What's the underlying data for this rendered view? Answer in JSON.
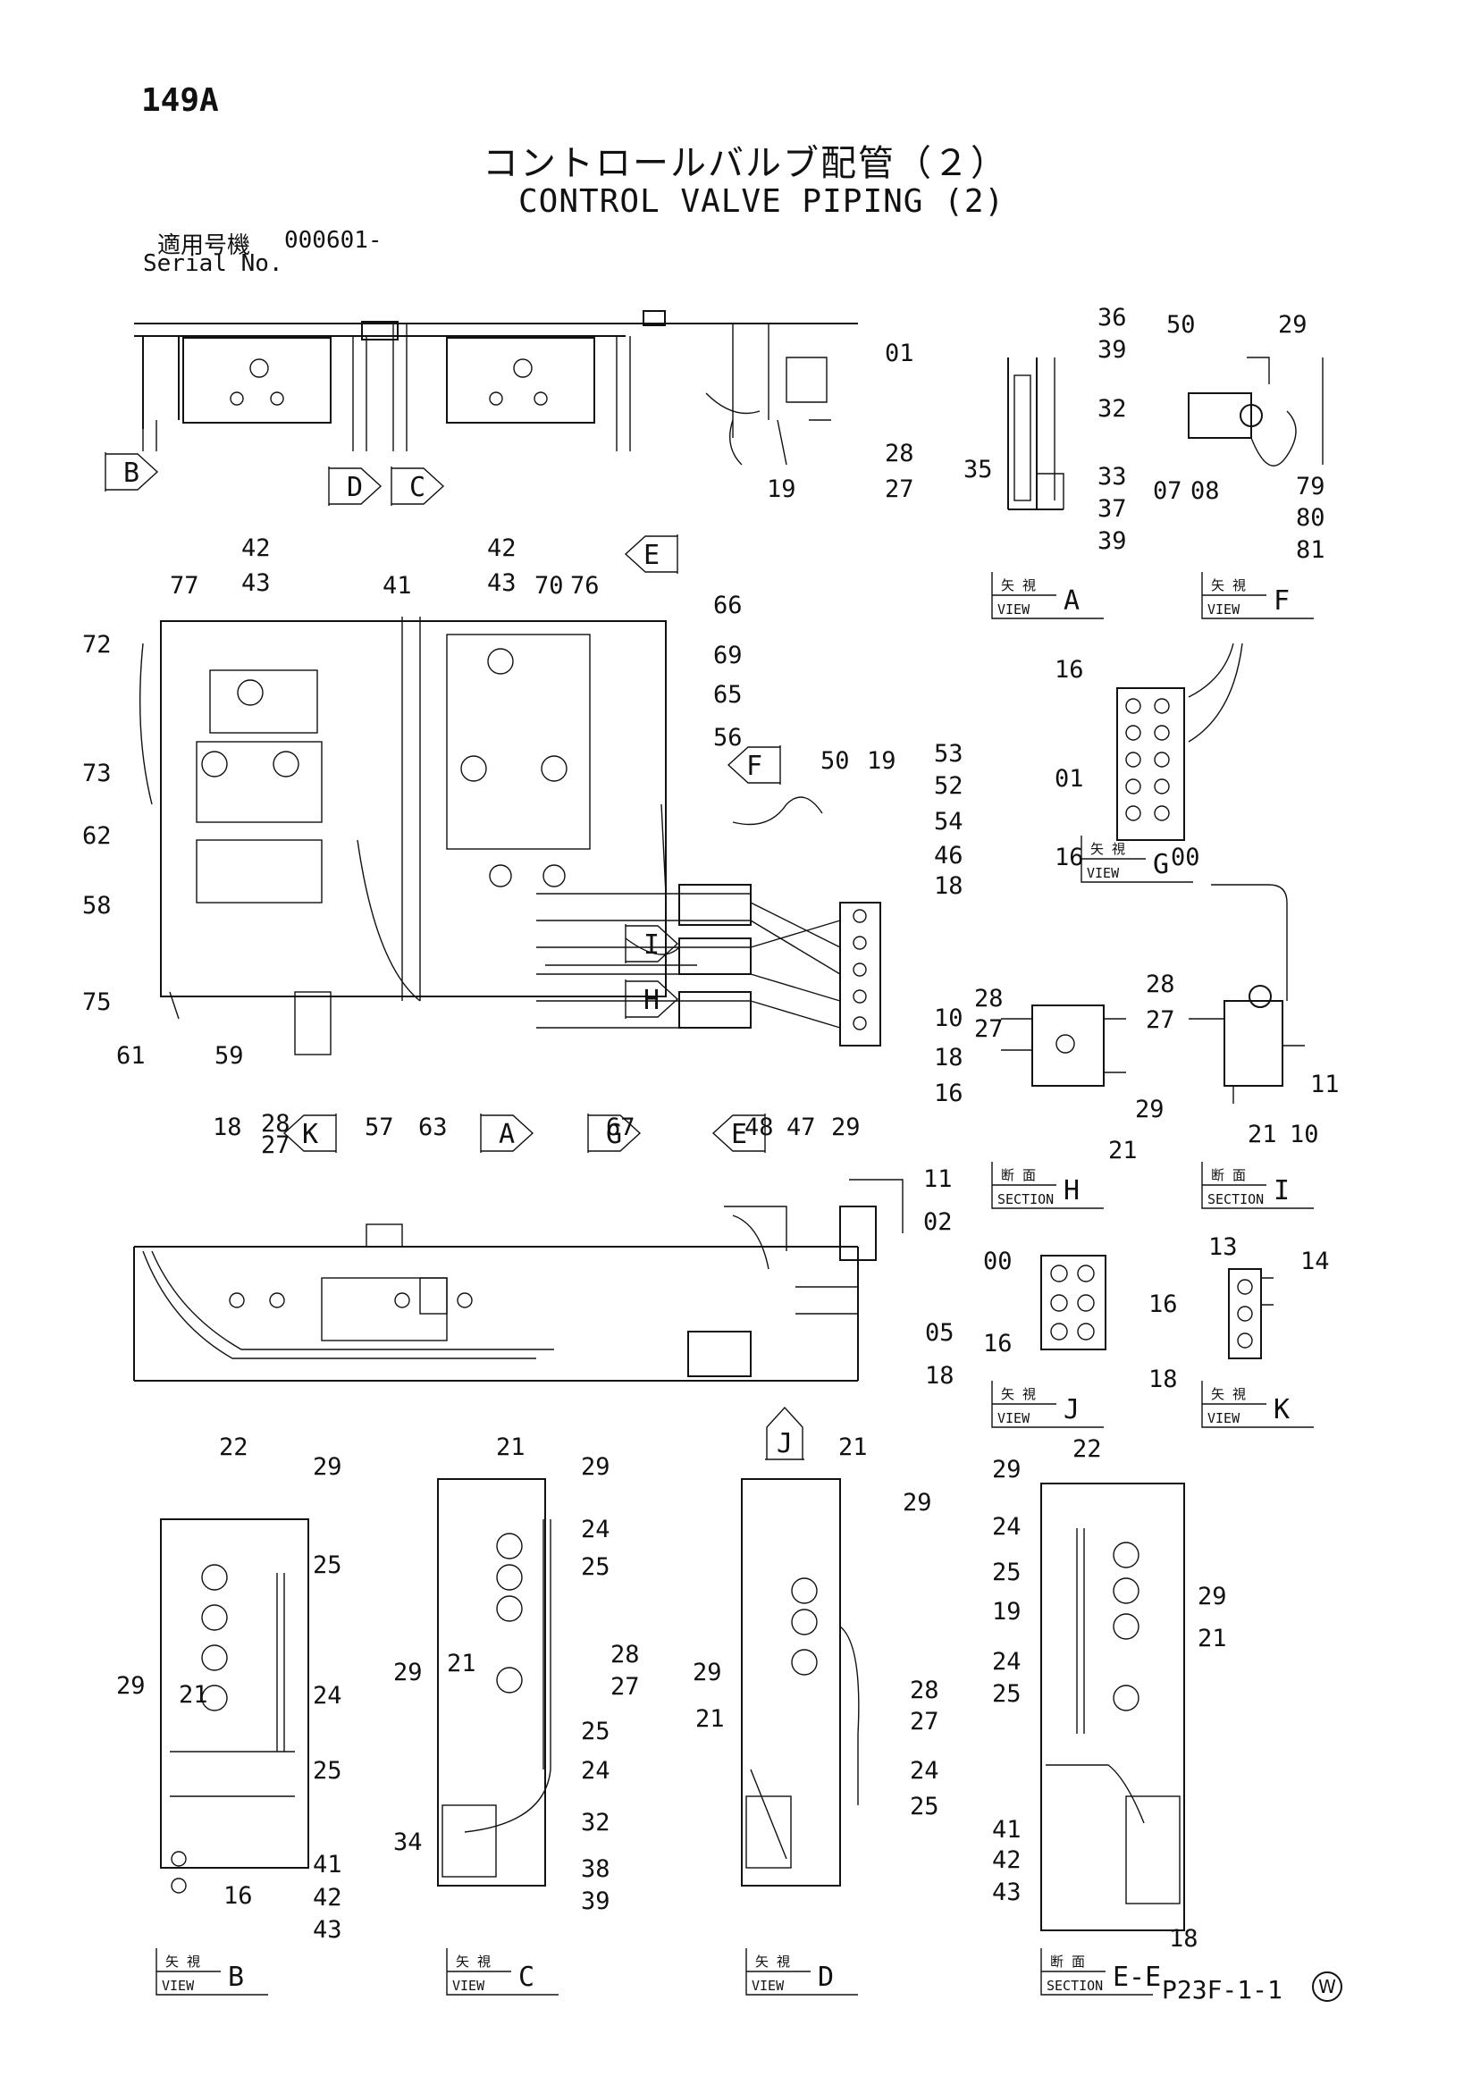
{
  "header": {
    "page_number": "149A",
    "title_ja": "コントロールバルブ配管（２）",
    "title_en": "CONTROL VALVE PIPING (2)",
    "serial_label_ja": "適用号機",
    "serial_range": "000601-",
    "serial_label_en": "Serial No."
  },
  "footer": {
    "page_code": "P23F-1-1",
    "watermark": "W"
  },
  "view_arrows": [
    {
      "letter": "B"
    },
    {
      "letter": "D"
    },
    {
      "letter": "C"
    },
    {
      "letter": "E"
    },
    {
      "letter": "F"
    },
    {
      "letter": "K"
    },
    {
      "letter": "A"
    },
    {
      "letter": "G"
    },
    {
      "letter": "E"
    },
    {
      "letter": "J"
    },
    {
      "letter": "I"
    },
    {
      "letter": "H"
    }
  ],
  "view_labels": [
    {
      "ja": "矢 視",
      "en": "VIEW",
      "letter": "A"
    },
    {
      "ja": "矢 視",
      "en": "VIEW",
      "letter": "F"
    },
    {
      "ja": "矢 視",
      "en": "VIEW",
      "letter": "G"
    },
    {
      "ja": "断 面",
      "en": "SECTION",
      "letter": "H"
    },
    {
      "ja": "断 面",
      "en": "SECTION",
      "letter": "I"
    },
    {
      "ja": "矢 視",
      "en": "VIEW",
      "letter": "J"
    },
    {
      "ja": "矢 視",
      "en": "VIEW",
      "letter": "K"
    },
    {
      "ja": "矢 視",
      "en": "VIEW",
      "letter": "B"
    },
    {
      "ja": "矢 視",
      "en": "VIEW",
      "letter": "C"
    },
    {
      "ja": "矢 視",
      "en": "VIEW",
      "letter": "D"
    },
    {
      "ja": "断 面",
      "en": "SECTION",
      "letter": "E-E"
    }
  ],
  "part_callouts": [
    "01",
    "28",
    "27",
    "19",
    "36",
    "39",
    "32",
    "35",
    "33",
    "37",
    "39",
    "50",
    "29",
    "07",
    "08",
    "79",
    "80",
    "81",
    "42",
    "43",
    "42",
    "43",
    "77",
    "41",
    "70",
    "76",
    "66",
    "72",
    "69",
    "65",
    "56",
    "73",
    "62",
    "58",
    "75",
    "61",
    "59",
    "57",
    "63",
    "18",
    "28",
    "27",
    "67",
    "50",
    "19",
    "53",
    "52",
    "54",
    "46",
    "18",
    "10",
    "18",
    "16",
    "48",
    "47",
    "29",
    "16",
    "01",
    "16",
    "00",
    "28",
    "27",
    "29",
    "21",
    "28",
    "27",
    "11",
    "21",
    "10",
    "11",
    "02",
    "05",
    "18",
    "00",
    "16",
    "13",
    "14",
    "16",
    "18",
    "22",
    "29",
    "25",
    "29",
    "21",
    "24",
    "25",
    "41",
    "42",
    "43",
    "16",
    "21",
    "29",
    "24",
    "25",
    "29",
    "21",
    "28",
    "27",
    "25",
    "24",
    "34",
    "32",
    "38",
    "39",
    "21",
    "29",
    "29",
    "21",
    "28",
    "27",
    "24",
    "25",
    "29",
    "22",
    "24",
    "25",
    "19",
    "29",
    "21",
    "24",
    "25",
    "41",
    "42",
    "43",
    "18"
  ]
}
